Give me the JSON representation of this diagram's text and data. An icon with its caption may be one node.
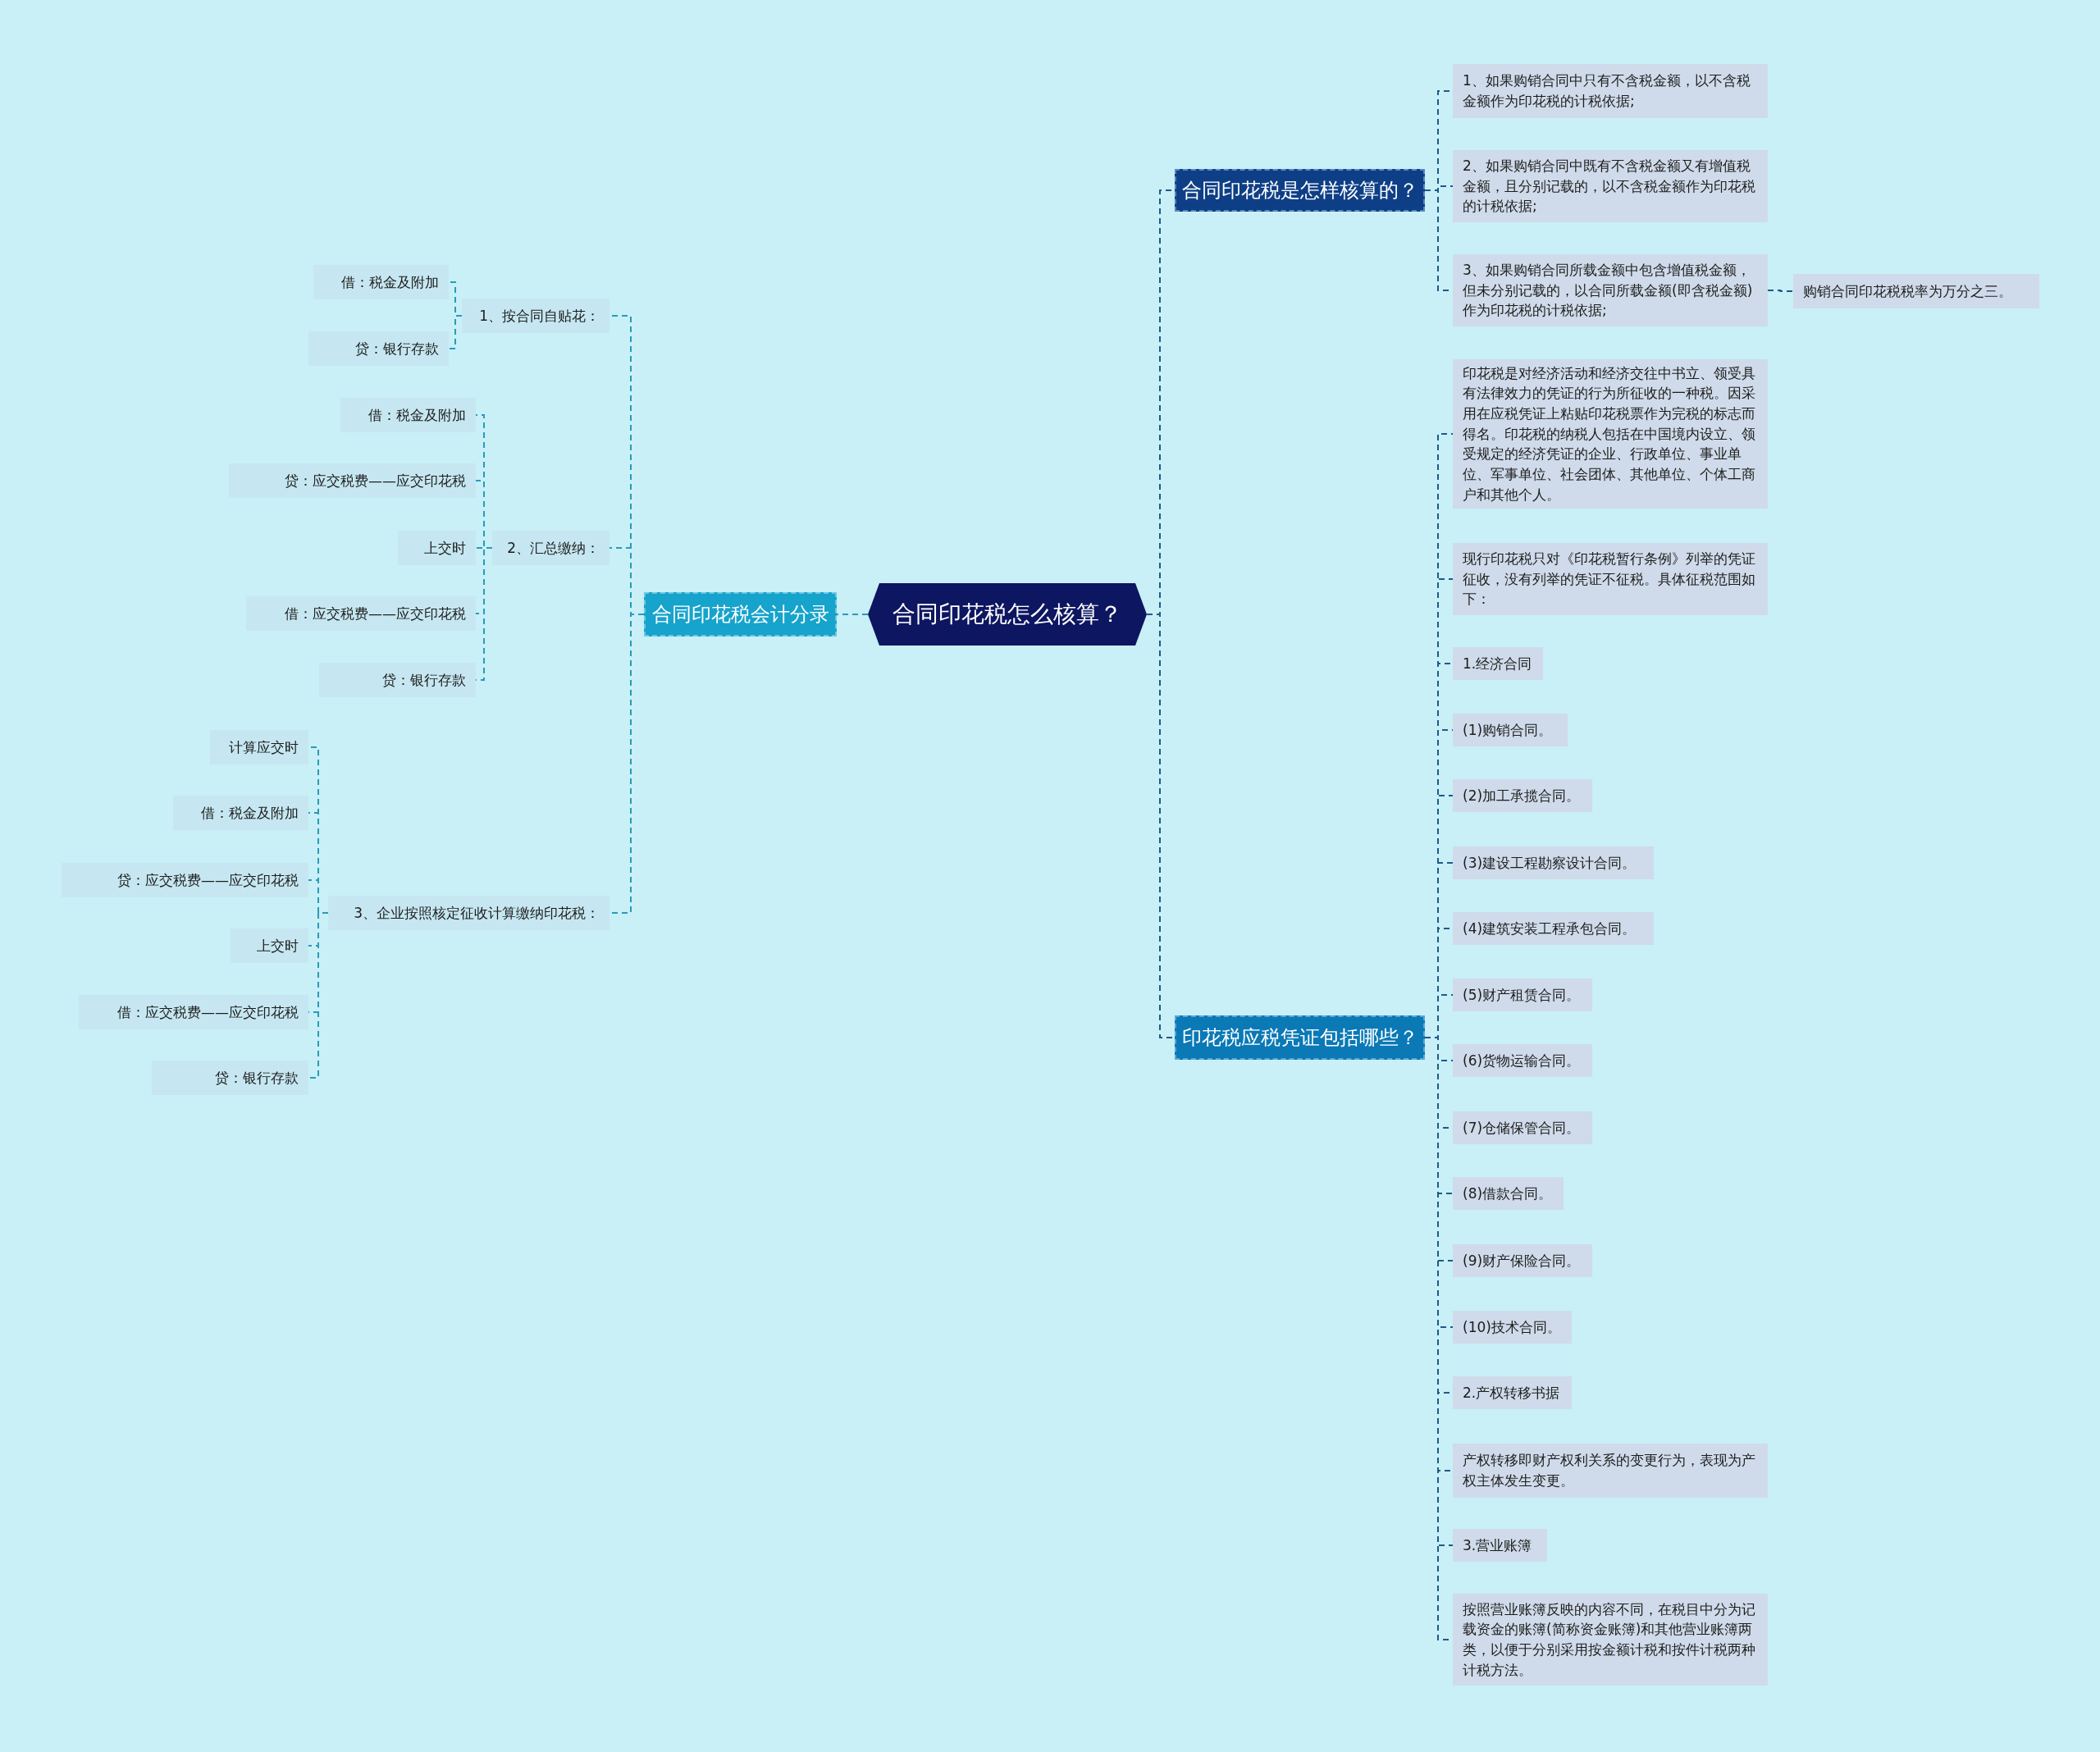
{
  "diagram": {
    "nodes": [
      {
        "text": [
          "合同印花税怎么核算？"
        ]
      },
      {
        "text": [
          "合同印花税是怎样核算的？"
        ]
      },
      {
        "text": [
          "1、如果购销合同中只有不含税金额，以不含税金额作为印花税的计税依据;"
        ]
      },
      {
        "text": [
          "2、如果购销合同中既有不含税金额又有增值税金额，且分别记载的，以不含税金额作为印花税的计税依据;"
        ]
      },
      {
        "text": [
          "3、如果购销合同所载金额中包含增值税金额，但未分别记载的，以合同所载金额(即含税金额)作为印花税的计税依据;"
        ]
      },
      {
        "text": [
          "购销合同印花税税率为万分之三。"
        ]
      },
      {
        "text": [
          "印花税应税凭证包括哪些？"
        ]
      },
      {
        "text": [
          "印花税是对经济活动和经济交往中书立、领受具有法律效力的凭证的行为所征收的一种税。因采用在应税凭证上粘贴印花税票作为完税的标志而得名。印花税的纳税人包括在中国境内设立、领受规定的经济凭证的企业、行政单位、事业单位、军事单位、社会团体、其他单位、个体工商户和其他个人。"
        ]
      },
      {
        "text": [
          "现行印花税只对《印花税暂行条例》列举的凭证征收，没有列举的凭证不征税。具体征税范围如下："
        ]
      },
      {
        "text": [
          "1.经济合同"
        ]
      },
      {
        "text": [
          "(1)购销合同。"
        ]
      },
      {
        "text": [
          "(2)加工承揽合同。"
        ]
      },
      {
        "text": [
          "(3)建设工程勘察设计合同。"
        ]
      },
      {
        "text": [
          "(4)建筑安装工程承包合同。"
        ]
      },
      {
        "text": [
          "(5)财产租赁合同。"
        ]
      },
      {
        "text": [
          "(6)货物运输合同。"
        ]
      },
      {
        "text": [
          "(7)仓储保管合同。"
        ]
      },
      {
        "text": [
          "(8)借款合同。"
        ]
      },
      {
        "text": [
          "(9)财产保险合同。"
        ]
      },
      {
        "text": [
          "(10)技术合同。"
        ]
      },
      {
        "text": [
          "2.产权转移书据"
        ]
      },
      {
        "text": [
          "产权转移即财产权利关系的变更行为，表现为产权主体发生变更。"
        ]
      },
      {
        "text": [
          "3.营业账簿"
        ]
      },
      {
        "text": [
          "按照营业账簿反映的内容不同，在税目中分为记载资金的账簿(简称资金账簿)和其他营业账簿两类，以便于分别采用按金额计税和按件计税两种计税方法。"
        ]
      },
      {
        "text": [
          "合同印花税会计分录"
        ]
      },
      {
        "text": [
          "1、按合同自贴花："
        ]
      },
      {
        "text": [
          "借：税金及附加"
        ]
      },
      {
        "text": [
          "贷：银行存款"
        ]
      },
      {
        "text": [
          "2、汇总缴纳："
        ]
      },
      {
        "text": [
          "借：税金及附加"
        ]
      },
      {
        "text": [
          "贷：应交税费——应交印花税"
        ]
      },
      {
        "text": [
          "上交时"
        ]
      },
      {
        "text": [
          "借：应交税费——应交印花税"
        ]
      },
      {
        "text": [
          "贷：银行存款"
        ]
      },
      {
        "text": [
          "3、企业按照核定征收计算缴纳印花税："
        ]
      },
      {
        "text": [
          "计算应交时"
        ]
      },
      {
        "text": [
          "借：税金及附加"
        ]
      },
      {
        "text": [
          "贷：应交税费——应交印花税"
        ]
      },
      {
        "text": [
          "上交时"
        ]
      },
      {
        "text": [
          "借：应交税费——应交印花税"
        ]
      },
      {
        "text": [
          "贷：银行存款"
        ]
      }
    ],
    "edges": [
      {
        "from": 0,
        "to": 1,
        "arrow": "none"
      },
      {
        "from": 1,
        "to": 2,
        "arrow": "none"
      },
      {
        "from": 1,
        "to": 3,
        "arrow": "none"
      },
      {
        "from": 1,
        "to": 4,
        "arrow": "none"
      },
      {
        "from": 4,
        "to": 5,
        "arrow": "none"
      },
      {
        "from": 0,
        "to": 6,
        "arrow": "none"
      },
      {
        "from": 6,
        "to": 7,
        "arrow": "none"
      },
      {
        "from": 6,
        "to": 8,
        "arrow": "none"
      },
      {
        "from": 6,
        "to": 9,
        "arrow": "none"
      },
      {
        "from": 6,
        "to": 10,
        "arrow": "none"
      },
      {
        "from": 6,
        "to": 11,
        "arrow": "none"
      },
      {
        "from": 6,
        "to": 12,
        "arrow": "none"
      },
      {
        "from": 6,
        "to": 13,
        "arrow": "none"
      },
      {
        "from": 6,
        "to": 14,
        "arrow": "none"
      },
      {
        "from": 6,
        "to": 15,
        "arrow": "none"
      },
      {
        "from": 6,
        "to": 16,
        "arrow": "none"
      },
      {
        "from": 6,
        "to": 17,
        "arrow": "none"
      },
      {
        "from": 6,
        "to": 18,
        "arrow": "none"
      },
      {
        "from": 6,
        "to": 19,
        "arrow": "none"
      },
      {
        "from": 6,
        "to": 20,
        "arrow": "none"
      },
      {
        "from": 6,
        "to": 21,
        "arrow": "none"
      },
      {
        "from": 6,
        "to": 22,
        "arrow": "none"
      },
      {
        "from": 6,
        "to": 23,
        "arrow": "none"
      },
      {
        "from": 0,
        "to": 24,
        "arrow": "none",
        "color": "#2a9bb8"
      },
      {
        "from": 24,
        "to": 25,
        "arrow": "none",
        "color": "#2a9bb8"
      },
      {
        "from": 25,
        "to": 26,
        "arrow": "none",
        "color": "#2a9bb8"
      },
      {
        "from": 25,
        "to": 27,
        "arrow": "none",
        "color": "#2a9bb8"
      },
      {
        "from": 24,
        "to": 28,
        "arrow": "none",
        "color": "#2a9bb8"
      },
      {
        "from": 28,
        "to": 29,
        "arrow": "none",
        "color": "#2a9bb8"
      },
      {
        "from": 28,
        "to": 30,
        "arrow": "none",
        "color": "#2a9bb8"
      },
      {
        "from": 28,
        "to": 31,
        "arrow": "none",
        "color": "#2a9bb8"
      },
      {
        "from": 28,
        "to": 32,
        "arrow": "none",
        "color": "#2a9bb8"
      },
      {
        "from": 28,
        "to": 33,
        "arrow": "none",
        "color": "#2a9bb8"
      },
      {
        "from": 24,
        "to": 34,
        "arrow": "none",
        "color": "#2a9bb8"
      },
      {
        "from": 34,
        "to": 35,
        "arrow": "none",
        "color": "#2a9bb8"
      },
      {
        "from": 34,
        "to": 36,
        "arrow": "none",
        "color": "#2a9bb8"
      },
      {
        "from": 34,
        "to": 37,
        "arrow": "none",
        "color": "#2a9bb8"
      },
      {
        "from": 34,
        "to": 38,
        "arrow": "none",
        "color": "#2a9bb8"
      },
      {
        "from": 34,
        "to": 39,
        "arrow": "none",
        "color": "#2a9bb8"
      },
      {
        "from": 34,
        "to": 40,
        "arrow": "none",
        "color": "#2a9bb8"
      }
    ]
  }
}
